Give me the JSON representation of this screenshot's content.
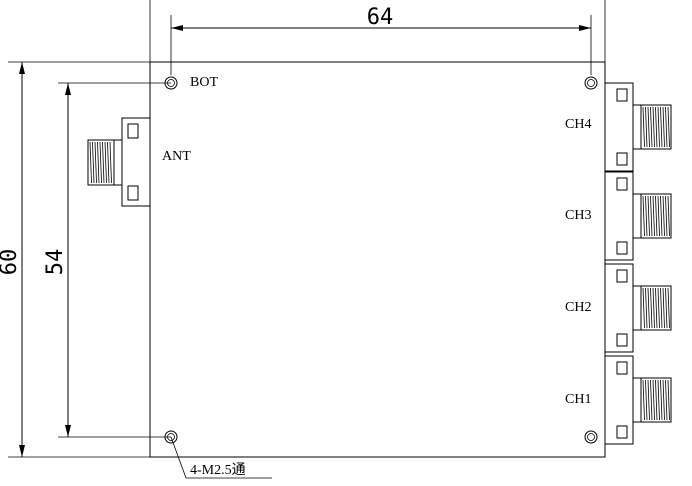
{
  "dimensions": {
    "width": "64",
    "height_outer": "60",
    "height_inner": "54"
  },
  "labels": {
    "bot": "BOT",
    "ant": "ANT",
    "ch4": "CH4",
    "ch3": "CH3",
    "ch2": "CH2",
    "ch1": "CH1",
    "mount_note": "4-M2.5通"
  }
}
